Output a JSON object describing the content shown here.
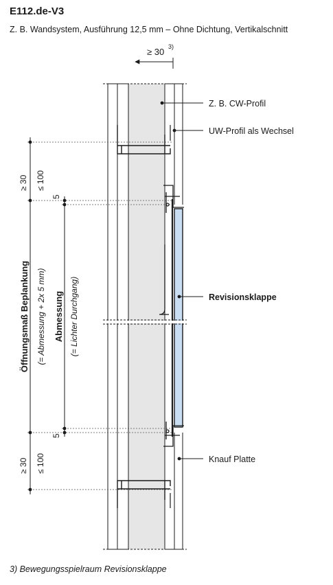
{
  "header": {
    "code": "E112.de-V3",
    "description": "Z. B. Wandsystem, Ausführung 12,5 mm – Ohne Dichtung, Vertikalschnitt"
  },
  "dimensions": {
    "top_clearance": "≥ 30",
    "top_clearance_note": "3)",
    "upper_min": "≥ 30",
    "upper_max": "≤ 100",
    "upper_gap": "5",
    "lower_min": "≥ 30",
    "lower_max": "≤ 100",
    "lower_gap": "5",
    "opening_label": "Öffnungsmaß Beplankung",
    "opening_formula": "(= Abmessung + 2x 5 mm)",
    "size_label": "Abmessung",
    "size_note": "(= Lichter Durchgang)"
  },
  "callouts": {
    "cw_profile": "Z. B. CW-Profil",
    "uw_profile": "UW-Profil als Wechsel",
    "access_panel": "Revisionsklappe",
    "board": "Knauf Platte"
  },
  "footnote": "3) Bewegungsspielraum Revisionsklappe",
  "colors": {
    "core": "#e6e6e6",
    "panel": "#c9def2",
    "line": "#1a1a1a"
  }
}
